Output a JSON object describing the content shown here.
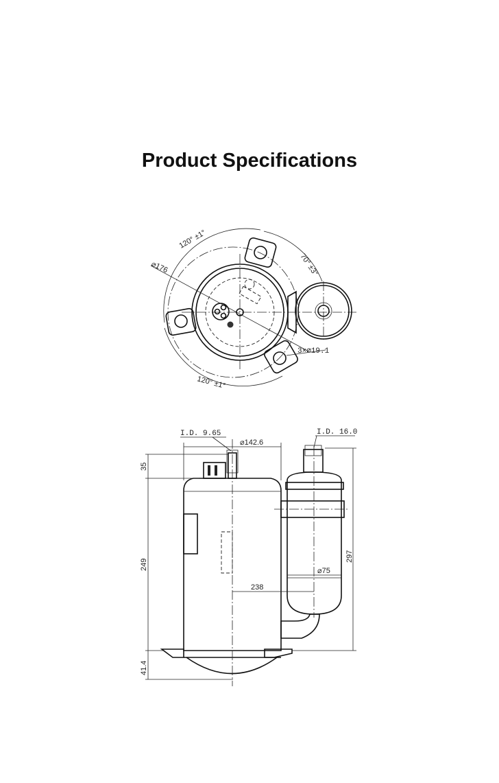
{
  "page": {
    "title": "Product Specifications"
  },
  "top_view": {
    "angle_top_left": "120° ±1°",
    "angle_top_right": "70° ±3°",
    "angle_bottom": "120° ±1°",
    "diameter_outer": "⌀176",
    "mount_holes": "3×⌀19.1"
  },
  "side_view": {
    "discharge_id": "I.D. 9.65",
    "suction_id": "I.D. 16.0",
    "shell_diameter": "⌀142.6",
    "dim_top": "35",
    "dim_body": "249",
    "dim_bottom": "41.4",
    "accumulator_height": "297",
    "accumulator_diameter": "⌀75",
    "center_distance": "238"
  }
}
